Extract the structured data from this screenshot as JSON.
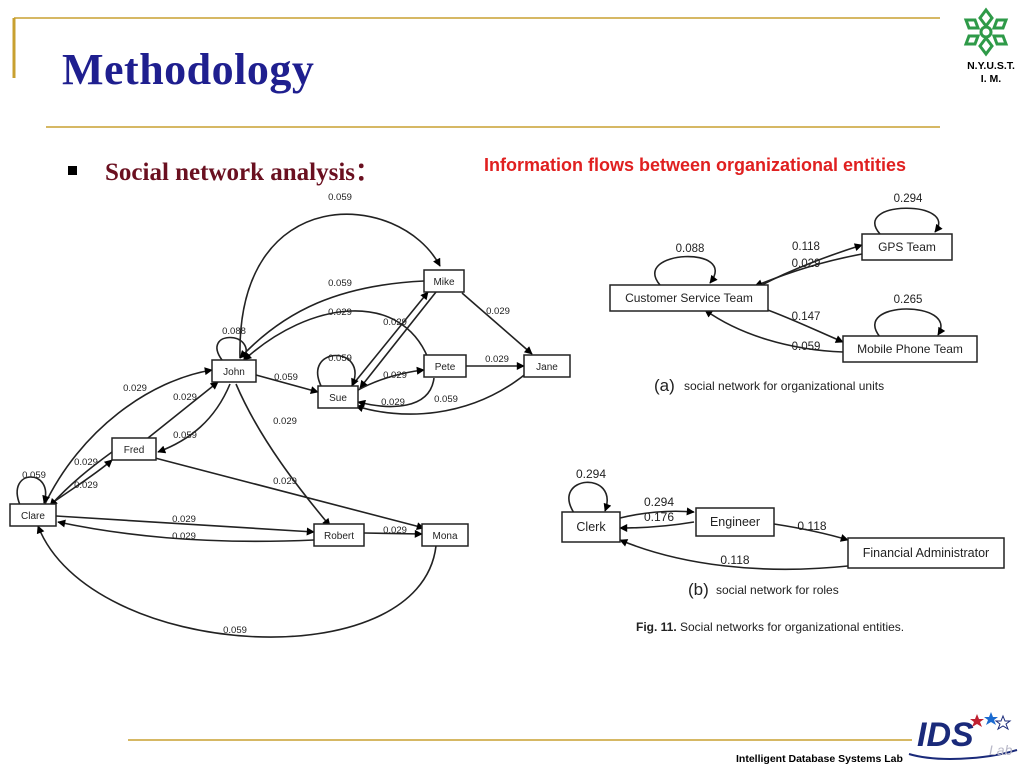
{
  "slide": {
    "title": "Methodology",
    "bullet": "Social network analysis：",
    "subtitle": "Information flows between organizational entities",
    "logo_text": [
      "N.Y.U.S.T.",
      "I. M."
    ],
    "footer": "Intelligent Database Systems Lab",
    "footer_logo_text": "IDS",
    "footer_logo_script": "Lab",
    "colors": {
      "title": "#1f1f8f",
      "bullet": "#6a1020",
      "subtitle": "#e02020",
      "rule": "#c8a030",
      "logo_green": "#2e9a48"
    }
  },
  "left_network": {
    "nodes": [
      "John",
      "Mike",
      "Pete",
      "Jane",
      "Sue",
      "Fred",
      "Clare",
      "Robert",
      "Mona"
    ],
    "edge_labels": [
      "0.059",
      "0.059",
      "0.029",
      "0.088",
      "0.029",
      "0.029",
      "0.059",
      "0.059",
      "0.029",
      "0.029",
      "0.029",
      "0.029",
      "0.059",
      "0.029",
      "0.059",
      "0.059",
      "0.029",
      "0.029",
      "0.029",
      "0.029",
      "0.029",
      "0.029",
      "0.029",
      "0.059"
    ]
  },
  "panel_a": {
    "nodes": [
      "Customer Service Team",
      "GPS Team",
      "Mobile Phone Team"
    ],
    "edge_labels": [
      "0.294",
      "0.088",
      "0.118",
      "0.029",
      "0.265",
      "0.147",
      "0.059"
    ],
    "caption_letter": "(a)",
    "caption": "social network for organizational units"
  },
  "panel_b": {
    "nodes": [
      "Clerk",
      "Engineer",
      "Financial Administrator"
    ],
    "edge_labels": [
      "0.294",
      "0.294",
      "0.176",
      "0.118",
      "0.118"
    ],
    "caption_letter": "(b)",
    "caption": "social network for roles"
  },
  "figure_caption": {
    "label": "Fig. 11.",
    "text": "Social networks for organizational entities."
  }
}
